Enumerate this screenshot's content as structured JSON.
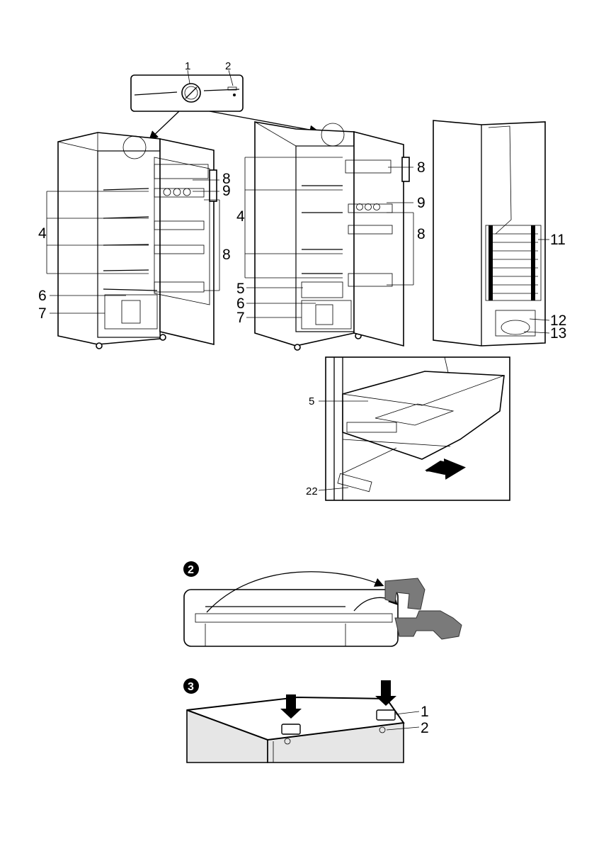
{
  "figure1": {
    "control_panel_labels": {
      "thermostat_knob": "1",
      "interior_light": "2"
    },
    "fridge_a_labels": {
      "door_tray_top": "8",
      "egg_tray": "9",
      "shelves": "4",
      "door_shelves": "8",
      "glass_cover": "6",
      "crisper": "7"
    },
    "fridge_b_labels": {
      "door_tray_top": "8",
      "shelves": "4",
      "egg_tray": "9",
      "door_shelves": "8",
      "chiller_drawer": "5",
      "glass_cover": "6",
      "crisper": "7"
    },
    "fridge_rear_labels": {
      "condenser": "11",
      "compressor": "12",
      "drip_tray": "13"
    },
    "drawer_detail_labels": {
      "drawer": "5",
      "rail": "22"
    }
  },
  "figure2": {
    "step": "2"
  },
  "figure3": {
    "step": "3",
    "labels": {
      "cap": "1",
      "hinge_pin": "2"
    }
  }
}
